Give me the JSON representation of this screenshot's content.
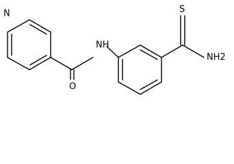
{
  "molecule": {
    "atoms": {
      "pyridine_n": "N",
      "amide_nh": "NH",
      "carbonyl_o": "O",
      "thione_s": "S",
      "thioamide_nh2": "NH2"
    }
  }
}
